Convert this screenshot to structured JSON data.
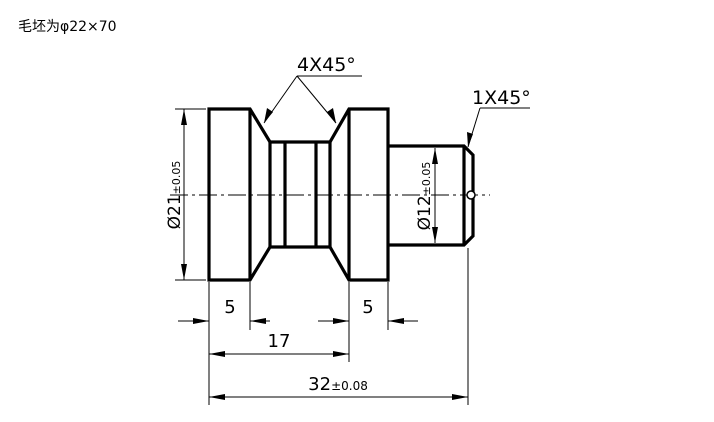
{
  "caption": "毛坯为φ22×70",
  "dimensions": {
    "chamfer_groove": "4X45°",
    "chamfer_end": "1X45°",
    "dia_large": "Ø21",
    "dia_large_tol": "±0.05",
    "dia_small": "Ø12",
    "dia_small_tol": "±0.05",
    "len_left_collar": "5",
    "len_right_collar": "5",
    "len_to_groove_end": "17",
    "len_total": "32",
    "len_total_tol": "±0.08"
  }
}
